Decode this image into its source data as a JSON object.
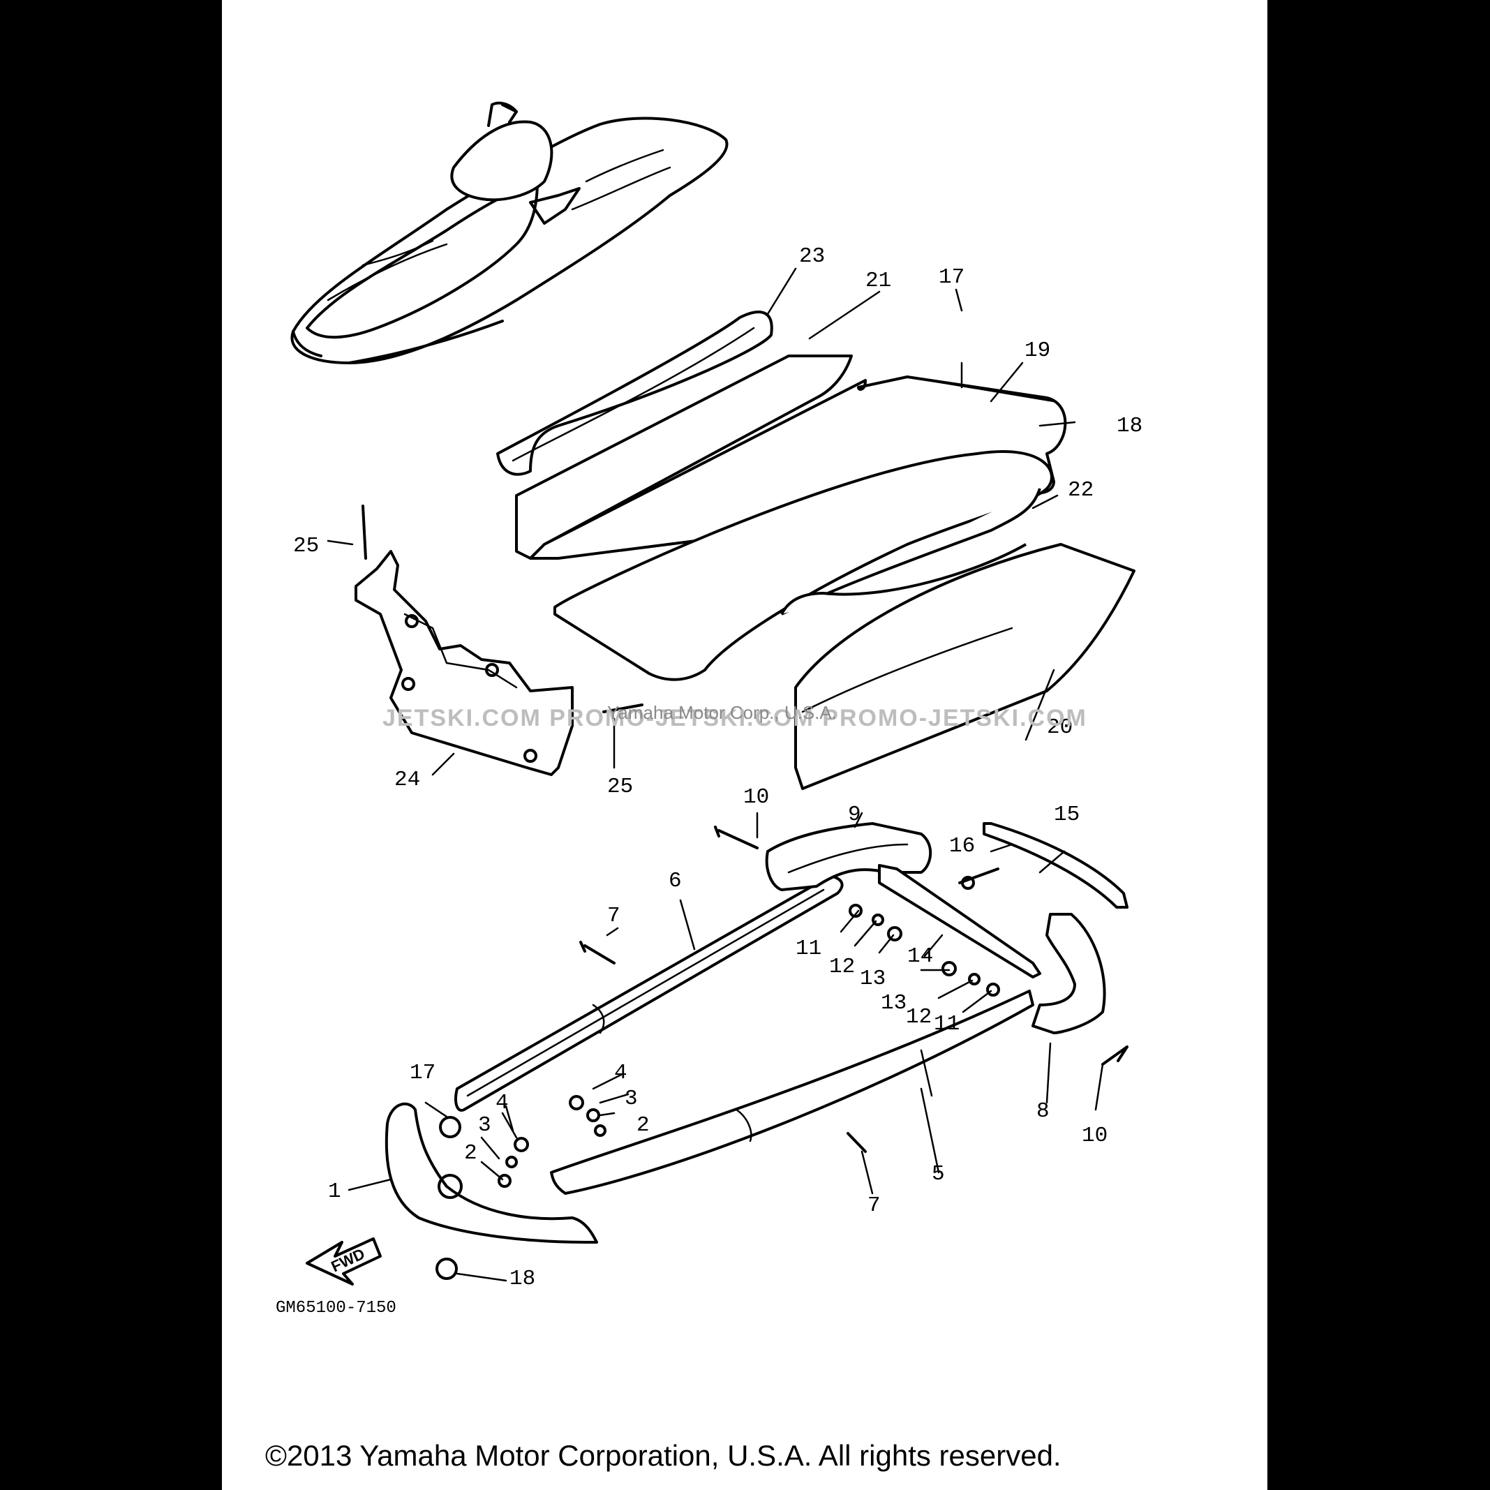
{
  "diagram": {
    "part_code": "GM65100-7150",
    "fwd_label": "FWD",
    "watermark": "JETSKI.COM  PROMO-JETSKI.COM  PROMO-JETSKI.COM",
    "watermark_owner": "Yamaha Motor Corp., U.S.A.",
    "copyright": "©2013 Yamaha Motor Corporation, U.S.A. All rights reserved.",
    "callouts": [
      "1",
      "2",
      "3",
      "4",
      "5",
      "6",
      "7",
      "8",
      "9",
      "10",
      "11",
      "12",
      "13",
      "14",
      "15",
      "16",
      "17",
      "18",
      "19",
      "20",
      "21",
      "22",
      "23",
      "24",
      "25"
    ]
  }
}
